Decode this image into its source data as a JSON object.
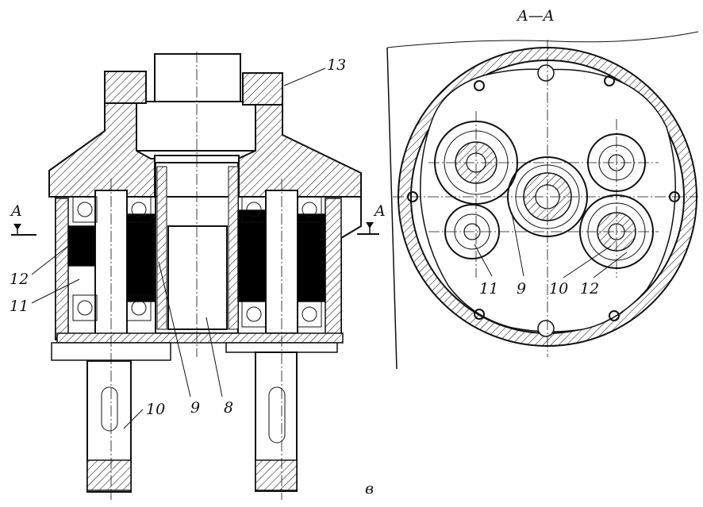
{
  "section_title": "A—A",
  "cut_marker": "A",
  "figure_letter": "в",
  "labels_left": {
    "l13": "13",
    "l12": "12",
    "l11": "11",
    "l10": "10",
    "l9": "9",
    "l8": "8"
  },
  "labels_right": {
    "l11": "11",
    "l9": "9",
    "l10": "10",
    "l12": "12"
  }
}
